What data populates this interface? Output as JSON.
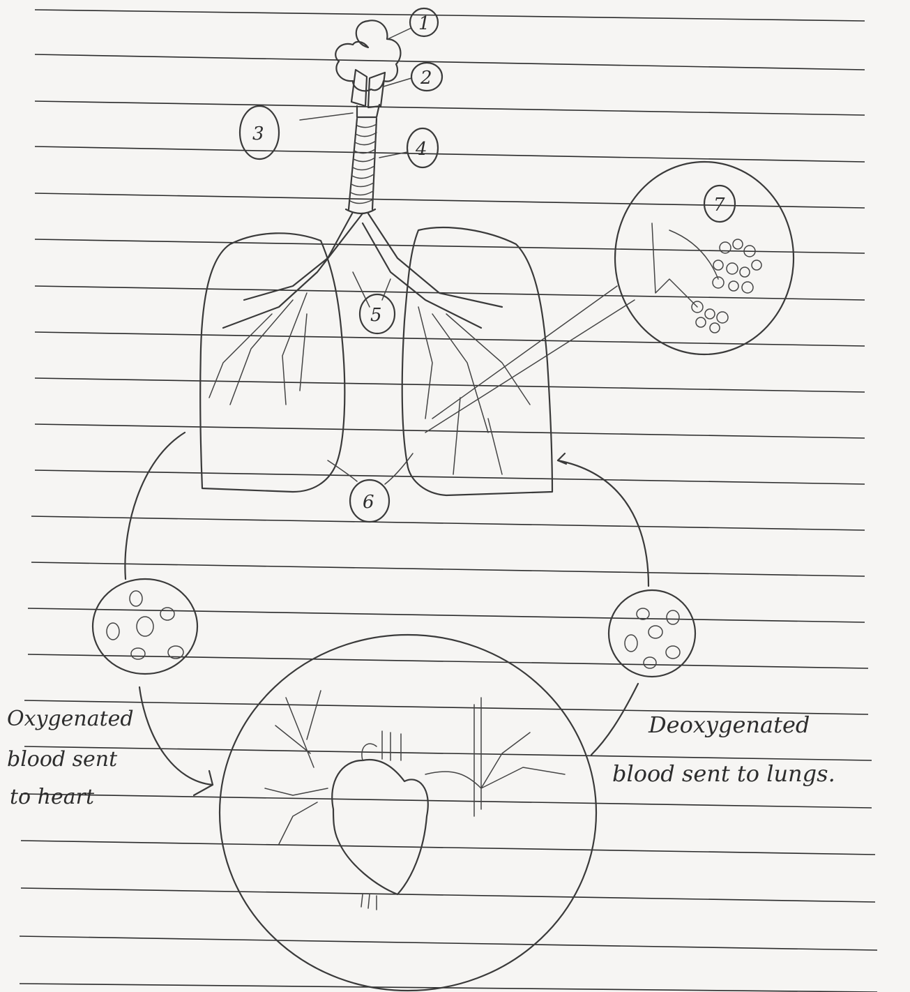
{
  "labels": {
    "l1": "1",
    "l2": "2",
    "l3": "3",
    "l4": "4",
    "l5": "5",
    "l6": "6",
    "l7": "7"
  },
  "notes": {
    "oxygenated_line1": "Oxygenated",
    "oxygenated_line2": "blood sent",
    "oxygenated_line3": "to heart",
    "deoxygenated_line1": "Deoxygenated",
    "deoxygenated_line2": "blood sent to lungs."
  },
  "colors": {
    "paper": "#f6f5f3",
    "ink": "#3a3a3a",
    "rule": "#2b2b2b"
  }
}
